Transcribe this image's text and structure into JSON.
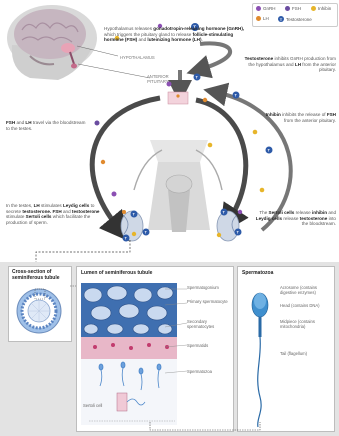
{
  "legend": {
    "items": [
      {
        "label": "GnRH",
        "color": "#8b4fb3"
      },
      {
        "label": "FSH",
        "color": "#6a4ca0"
      },
      {
        "label": "Inhibin",
        "color": "#e7b52a"
      },
      {
        "label": "LH",
        "color": "#e08a2e"
      },
      {
        "label": "Testosterone",
        "color": "#2d5aa8",
        "glyph": "T"
      }
    ]
  },
  "annotations": {
    "hypothalamus_a": "Hypothalamus releases",
    "hypothalamus_b": "gonadotropin-releasing hormone (GnRH),",
    "hypothalamus_c": "which triggers the pituitary gland to release",
    "hypothalamus_d": "follicle-stimulating",
    "hypothalamus_e": "hormone (FSH)",
    "hypothalamus_f": "and",
    "hypothalamus_g": "luteinizing hormone (LH)",
    "hypothalamus_h": ".",
    "hypothalamus_label": "HYPOTHALAMUS",
    "pituitary_label_1": "ANTERIOR",
    "pituitary_label_2": "PITUITARY",
    "testosterone_a": "Testosterone",
    "testosterone_b": "inhibits GnRH",
    "testosterone_c": "production from the hypothalamus",
    "testosterone_d": "and",
    "testosterone_e": "LH",
    "testosterone_f": "from the anterior pituitary.",
    "fsh_lh_a": "FSH",
    "fsh_lh_b": "and",
    "fsh_lh_c": "LH",
    "fsh_lh_d": "travel via the",
    "fsh_lh_e": "bloodstream to the testes.",
    "inhibin_a": "Inhibin",
    "inhibin_b": "inhibits the release",
    "inhibin_c": "of",
    "inhibin_d": "FSH",
    "inhibin_e": "from the anterior",
    "inhibin_f": "pituitary.",
    "testes_a": "In the testes,",
    "testes_b": "LH",
    "testes_c": "stimulates",
    "testes_d": "Leydig cells",
    "testes_e": "to secrete",
    "testes_f": "testosterone.",
    "testes_g": "FSH",
    "testes_h": "and",
    "testes_i": "testosterone",
    "testes_j": "stimulate",
    "testes_k": "Sertoli cells",
    "testes_l": "which facilitate the",
    "testes_m": "production of sperm.",
    "sertoli_a": "The",
    "sertoli_b": "Sertoli cells",
    "sertoli_c": "release",
    "sertoli_d": "inhibin",
    "sertoli_e": "and",
    "sertoli_f": "Leydig cells",
    "sertoli_g": "release",
    "sertoli_h": "testosterone",
    "sertoli_i": "into the bloodstream."
  },
  "panels": {
    "cross_section_title_1": "Cross-section of",
    "cross_section_title_2": "seminiferous tubule",
    "lumen_title": "Lumen of seminiferous tubule",
    "lumen_labels": [
      "Spermatogonium",
      "Primary spermatocyte",
      "Secondary spermatocytes",
      "Spermatids",
      "Spermatozoa"
    ],
    "sertoli_cell_label": "Sertoli cell",
    "spermatozoa_title": "Spermatozoa",
    "spermatozoa_labels": [
      "Acrosome (contains digestive enzymes)",
      "Head (contains DNA)",
      "Midpiece (contains mitochondria)",
      "Tail (flagellum)"
    ]
  }
}
